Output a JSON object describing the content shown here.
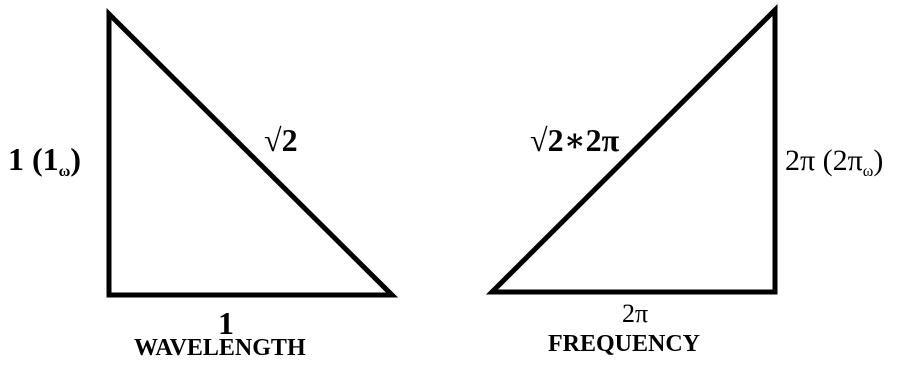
{
  "wavelength_triangle": {
    "side_label_main": "1 (1",
    "side_label_sub": "ω",
    "side_label_end": ")",
    "hypotenuse_label": "√2",
    "base_label": "1",
    "caption": "WAVELENGTH"
  },
  "frequency_triangle": {
    "hypotenuse_label": "√2∗2π",
    "side_label_main": "2π (2π",
    "side_label_sub": "ω",
    "side_label_end": ")",
    "base_label": "2π",
    "caption": "FREQUENCY"
  },
  "colors": {
    "stroke": "#000000",
    "background": "#ffffff"
  }
}
